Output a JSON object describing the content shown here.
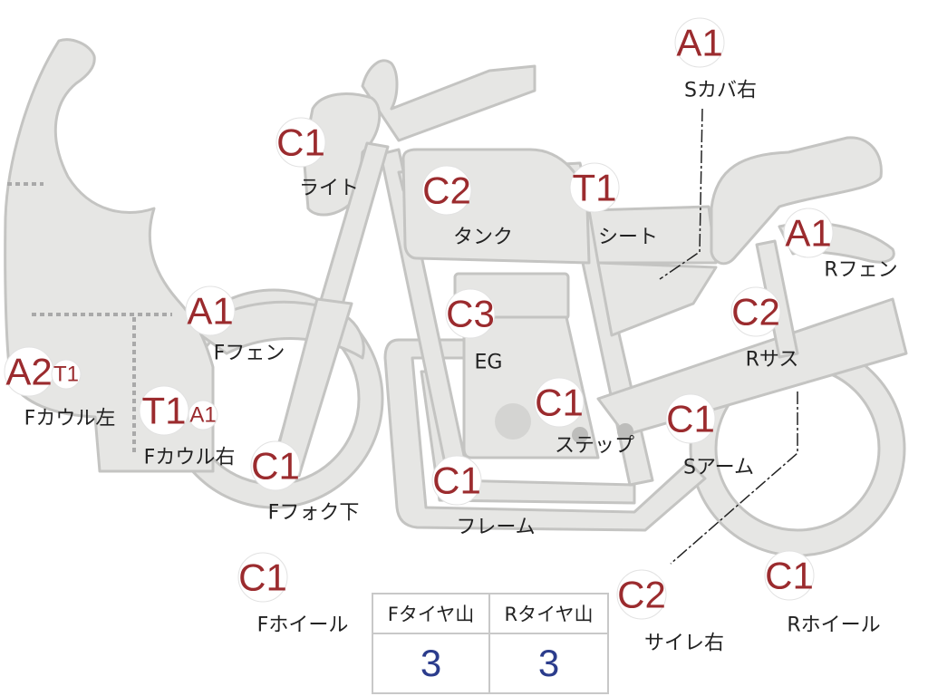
{
  "parts": [
    {
      "id": "s-cover-r",
      "grade": "A1",
      "label": "Sカバ右"
    },
    {
      "id": "light",
      "grade": "C1",
      "label": "ライト"
    },
    {
      "id": "tank",
      "grade": "C2",
      "label": "タンク"
    },
    {
      "id": "seat",
      "grade": "T1",
      "label": "シート"
    },
    {
      "id": "r-fender",
      "grade": "A1",
      "label": "Rフェン"
    },
    {
      "id": "f-fender",
      "grade": "A1",
      "label": "Fフェン"
    },
    {
      "id": "engine",
      "grade": "C3",
      "label": "EG"
    },
    {
      "id": "r-sus",
      "grade": "C2",
      "label": "Rサス"
    },
    {
      "id": "f-cowl-l",
      "grade": "A2",
      "extra_grade": "T1",
      "label": "Fカウル左"
    },
    {
      "id": "f-cowl-r",
      "grade": "T1",
      "extra_grade": "A1",
      "label": "Fカウル右"
    },
    {
      "id": "step",
      "grade": "C1",
      "label": "ステップ"
    },
    {
      "id": "s-arm",
      "grade": "C1",
      "label": "Sアーム"
    },
    {
      "id": "f-fork",
      "grade": "C1",
      "label": "Fフォク下"
    },
    {
      "id": "frame",
      "grade": "C1",
      "label": "フレーム"
    },
    {
      "id": "f-wheel",
      "grade": "C1",
      "label": "Fホイール"
    },
    {
      "id": "silencer-r",
      "grade": "C2",
      "label": "サイレ右"
    },
    {
      "id": "r-wheel",
      "grade": "C1",
      "label": "Rホイール"
    }
  ],
  "tires": {
    "front_header": "Fタイヤ山",
    "rear_header": "Rタイヤ山",
    "front_value": "3",
    "rear_value": "3"
  },
  "colors": {
    "grade_text": "#9b2b2e",
    "tire_value": "#2b3c8c",
    "part_fill": "#e6e6e4",
    "part_stroke": "#c4c4c2"
  }
}
